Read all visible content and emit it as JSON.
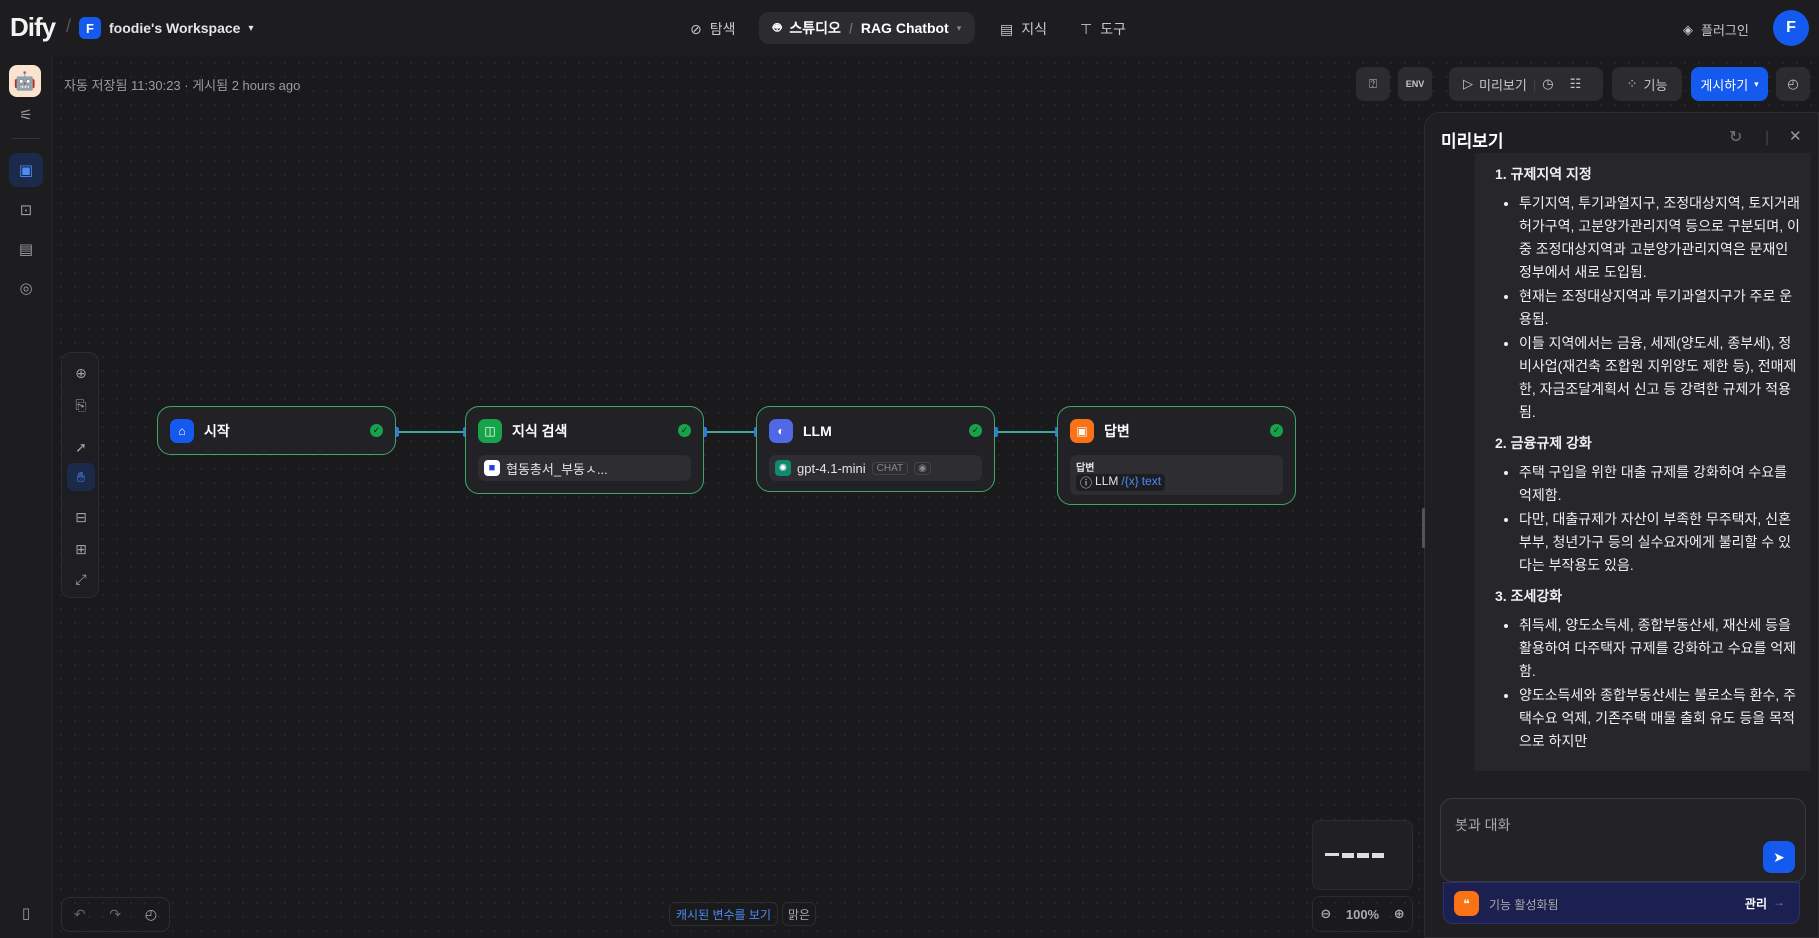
{
  "header": {
    "logo": "Dify",
    "workspace_initial": "F",
    "workspace_name": "foodie's Workspace",
    "nav": {
      "explore": "탐색",
      "studio": "스튜디오",
      "app_name": "RAG Chatbot",
      "knowledge": "지식",
      "tools": "도구"
    },
    "plugins": "플러그인",
    "user_initial": "F"
  },
  "status": {
    "autosave": "자동 저장됨 11:30:23 · 게시됨 2 hours ago"
  },
  "toolbar": {
    "env": "ENV",
    "preview": "미리보기",
    "features": "기능",
    "publish": "게시하기"
  },
  "nodes": [
    {
      "title": "시작",
      "color": "#155aef"
    },
    {
      "title": "지식 검색",
      "color": "#16a34a",
      "dataset": "협동총서_부동ㅅ..."
    },
    {
      "title": "LLM",
      "color": "#5067e6",
      "model": "gpt-4.1-mini",
      "mode": "CHAT"
    },
    {
      "title": "답변",
      "color": "#f97316",
      "label": "답변",
      "var_node": "LLM",
      "var_name": "text"
    }
  ],
  "bottom": {
    "cached_vars": "캐시된 변수를 보기",
    "clear": "맑은",
    "zoom": "100%"
  },
  "preview": {
    "title": "미리보기",
    "sections": [
      {
        "heading": "1. 규제지역 지정",
        "bullets": [
          "투기지역, 투기과열지구, 조정대상지역, 토지거래허가구역, 고분양가관리지역 등으로 구분되며, 이 중 조정대상지역과 고분양가관리지역은 문재인 정부에서 새로 도입됨.",
          "현재는 조정대상지역과 투기과열지구가 주로 운용됨.",
          "이들 지역에서는 금융, 세제(양도세, 종부세), 정비사업(재건축 조합원 지위양도 제한 등), 전매제한, 자금조달계획서 신고 등 강력한 규제가 적용됨."
        ]
      },
      {
        "heading": "2. 금융규제 강화",
        "bullets": [
          "주택 구입을 위한 대출 규제를 강화하여 수요를 억제함.",
          "다만, 대출규제가 자산이 부족한 무주택자, 신혼부부, 청년가구 등의 실수요자에게 불리할 수 있다는 부작용도 있음."
        ]
      },
      {
        "heading": "3. 조세강화",
        "bullets": [
          "취득세, 양도소득세, 종합부동산세, 재산세 등을 활용하여 다주택자 규제를 강화하고 수요를 억제함.",
          "양도소득세와 종합부동산세는 불로소득 환수, 주택수요 억제, 기존주택 매물 출회 유도 등을 목적으로 하지만"
        ]
      }
    ],
    "input_placeholder": "봇과 대화",
    "feature_text": "기능 활성화됨",
    "manage": "관리"
  }
}
